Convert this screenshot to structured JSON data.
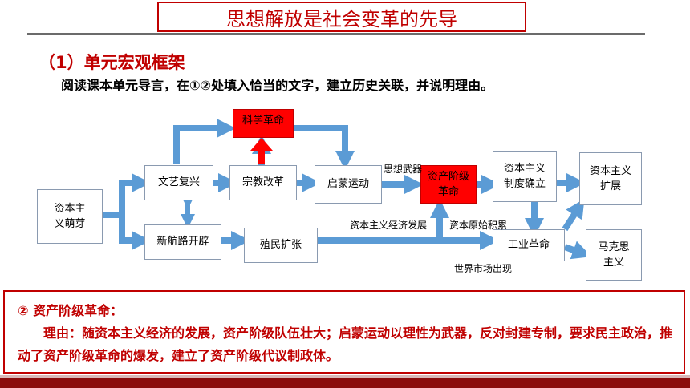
{
  "header": {
    "title": "思想解放是社会变革的先导"
  },
  "section": {
    "heading": "（1）单元宏观框架",
    "instruction": "阅读课本单元导言，在①②处填入恰当的文字，建立历史关联，并说明理由。"
  },
  "diagram": {
    "nodes": {
      "budding": "资本主义萌芽",
      "renaissance": "文艺复兴",
      "reformation": "宗教改革",
      "enlightenment": "启蒙运动",
      "science": "科学革命",
      "bourgeois": "资产阶级革命",
      "system": "资本主义制度确立",
      "expansion": "资本主义扩展",
      "newroute": "新航路开辟",
      "colonial": "殖民扩张",
      "industrial": "工业革命",
      "marxism": "马克思主义"
    },
    "labels": {
      "ideology": "思想武器",
      "economy": "资本主义经济发展",
      "accumulation": "资本原始积累",
      "market": "世界市场出现"
    },
    "colors": {
      "arrow": "#5b9bd5",
      "highlight": "#ff0000"
    }
  },
  "answer": {
    "heading": "② 资产阶级革命：",
    "text": "理由：随资本主义经济的发展，资产阶级队伍壮大；启蒙运动以理性为武器，反对封建专制，要求民主政治，推动了资产阶级革命的爆发，建立了资产阶级代议制政体。"
  }
}
